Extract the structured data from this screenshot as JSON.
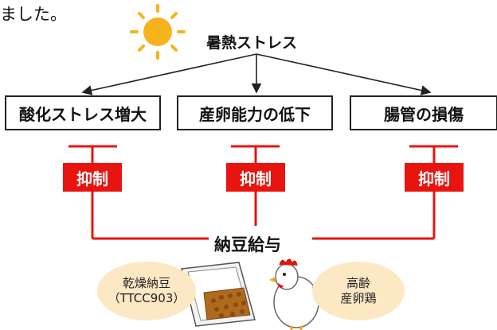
{
  "intro_text": "ました。",
  "diagram": {
    "root": "暑熱ストレス",
    "effects": [
      "酸化ストレス増大",
      "産卵能力の低下",
      "腸管の損傷"
    ],
    "inhibit_label": "抑制",
    "intervention": "納豆給与",
    "product": {
      "line1": "乾燥納豆",
      "line2": "（TTCC903）"
    },
    "target": {
      "line1": "高齢",
      "line2": "産卵鶏"
    }
  },
  "colors": {
    "inhibit_red": "#e8140f",
    "sun": "#f6b31c",
    "ellipse": "#fde8c4"
  }
}
